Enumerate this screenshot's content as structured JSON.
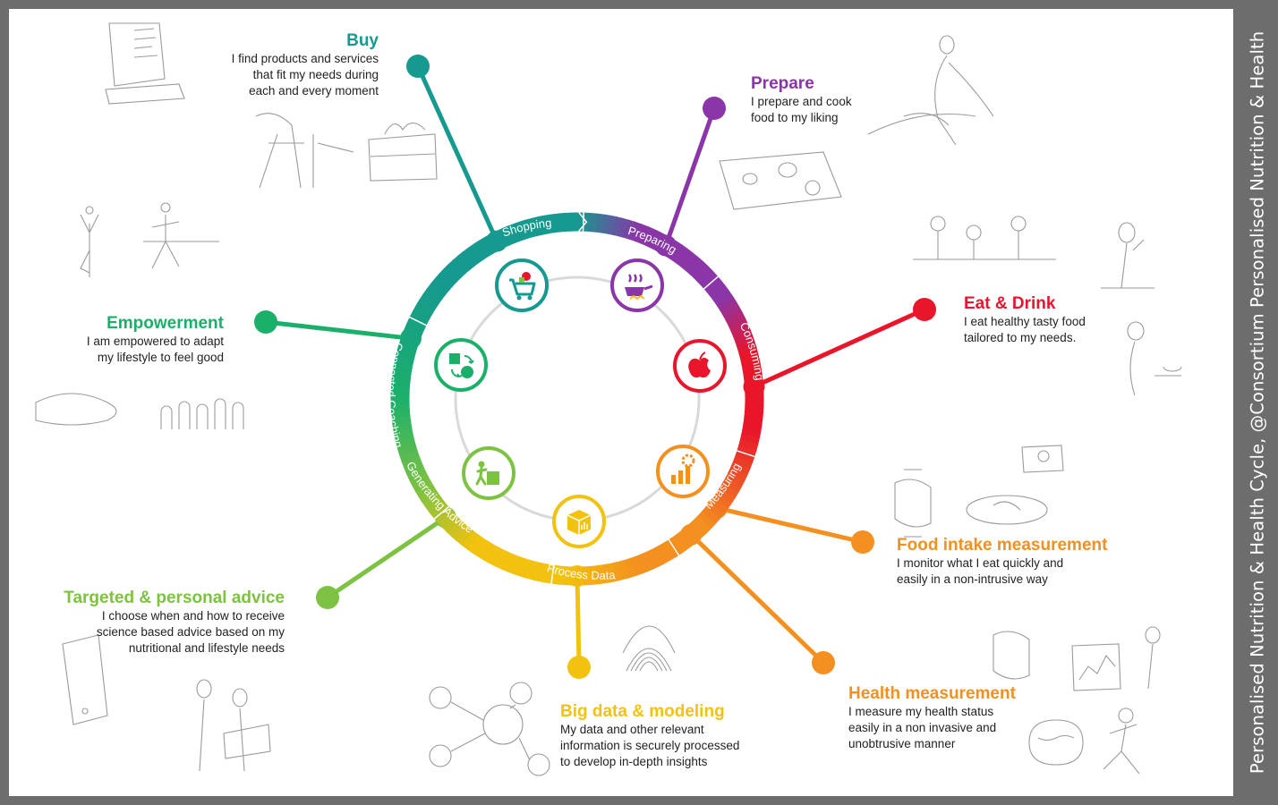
{
  "sidebar_caption": "Personalised Nutrition & Health Cycle, @Consortium Personalised Nutrition & Health",
  "colors": {
    "teal": "#16998f",
    "purple": "#8a35a8",
    "red": "#e8152b",
    "orange": "#f39020",
    "yellow": "#f3c20f",
    "lime": "#7dc242",
    "green": "#1bb06a"
  },
  "ring_segments": [
    {
      "label": "Shopping"
    },
    {
      "label": "Preparing"
    },
    {
      "label": "Consuming"
    },
    {
      "label": "Measuring"
    },
    {
      "label": "Process Data"
    },
    {
      "label": "Generating Advice"
    },
    {
      "label": "Connected Coaching"
    }
  ],
  "inner_icons": [
    {
      "icon": "shopping-cart-icon"
    },
    {
      "icon": "cooking-pan-icon"
    },
    {
      "icon": "apple-icon"
    },
    {
      "icon": "measuring-chart-icon"
    },
    {
      "icon": "data-cube-icon"
    },
    {
      "icon": "advice-person-icon"
    },
    {
      "icon": "coaching-shapes-icon"
    }
  ],
  "stages": {
    "buy": {
      "title": "Buy",
      "text": [
        "I find products and services",
        "that fit my needs during",
        "each and every moment"
      ]
    },
    "prepare": {
      "title": "Prepare",
      "text": [
        "I prepare and cook",
        "food to my liking"
      ]
    },
    "eat": {
      "title": "Eat & Drink",
      "text": [
        "I eat healthy tasty food",
        "tailored to my needs."
      ]
    },
    "food": {
      "title": "Food intake measurement",
      "text": [
        "I monitor what I eat quickly and",
        "easily in a non-intrusive way"
      ]
    },
    "health": {
      "title": "Health measurement",
      "text": [
        "I measure my health status",
        "easily in a non invasive and",
        "unobtrusive manner"
      ]
    },
    "bigdata": {
      "title": "Big data & modeling",
      "text": [
        "My data and other relevant",
        "information is securely processed",
        "to develop in-depth insights"
      ]
    },
    "advice": {
      "title": "Targeted & personal advice",
      "text": [
        "I choose when and how to receive",
        "science based advice based on my",
        "nutritional and lifestyle needs"
      ]
    },
    "empower": {
      "title": "Empowerment",
      "text": [
        "I am empowered to adapt",
        "my lifestyle to feel good"
      ]
    }
  }
}
